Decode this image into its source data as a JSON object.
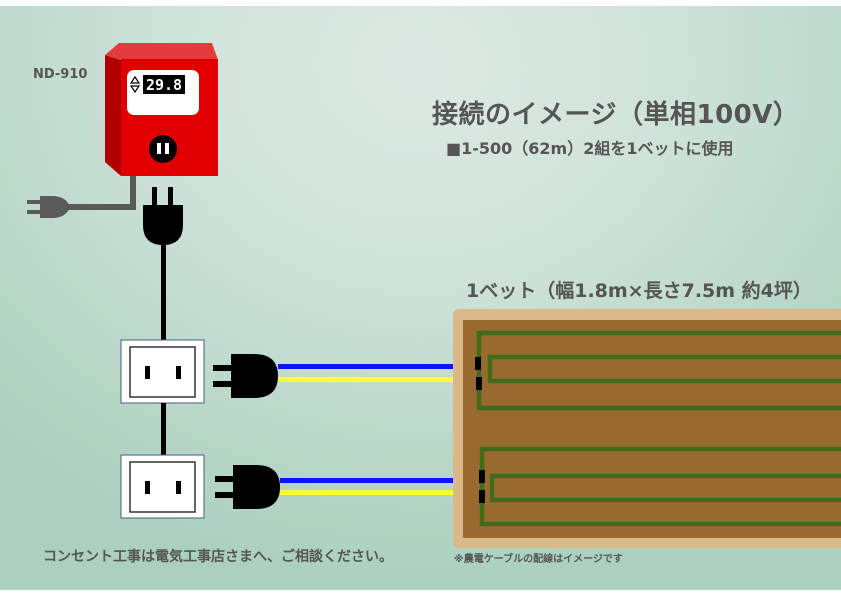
{
  "device": {
    "model_label": "ND-910",
    "display_value": "29.8",
    "colors": {
      "body": "#e00000",
      "side": "#b00000",
      "top": "#e83838"
    }
  },
  "header": {
    "title": "接続のイメージ（単相100V）",
    "subtitle": "■1-500（62m）2組を1ベットに使用"
  },
  "bed": {
    "label": "1ベット（幅1.8m×長さ7.5m  約4坪）",
    "colors": {
      "frame": "#dbb887",
      "soil": "#996a2e",
      "cable": "#3f6b1a"
    },
    "cable_sets": 2
  },
  "wiring": {
    "outlets": 2,
    "wire_colors": {
      "live": "#0a14ff",
      "neutral": "#ffff33"
    }
  },
  "footer": {
    "notice": "コンセント工事は電気工事店さまへ、ご相談ください。",
    "note": "※農電ケーブルの配線はイメージです"
  }
}
